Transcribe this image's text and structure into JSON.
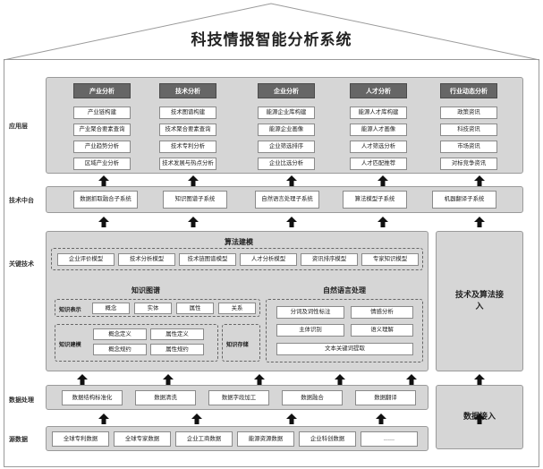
{
  "title": "科技情报智能分析系统",
  "layers": {
    "application": "应用层",
    "tech_center": "技术中台",
    "key_tech": "关键技术",
    "data_processing": "数据处理",
    "source_data": "源数据"
  },
  "application": {
    "columns": [
      {
        "header": "产业分析",
        "items": [
          "产业链构建",
          "产业聚合要素查询",
          "产业趋势分析",
          "区域产业分析"
        ]
      },
      {
        "header": "技术分析",
        "items": [
          "技术图谱构建",
          "技术聚合要素查询",
          "技术专利分析",
          "技术发展与热点分析"
        ]
      },
      {
        "header": "企业分析",
        "items": [
          "能源企业库构建",
          "能源企业画像",
          "企业筛选排序",
          "企业比选分析"
        ]
      },
      {
        "header": "人才分析",
        "items": [
          "能源人才库构建",
          "能源人才画像",
          "人才筛选分析",
          "人才匹配推荐"
        ]
      },
      {
        "header": "行业动态分析",
        "items": [
          "政策资讯",
          "科技资讯",
          "市场资讯",
          "对标竞争资讯"
        ]
      }
    ]
  },
  "tech_center": [
    "数据抓取融合子系统",
    "知识图谱子系统",
    "自然语言处理子系统",
    "算法模型子系统",
    "机器翻译子系统"
  ],
  "algorithm": {
    "title": "算法建模",
    "models": [
      "企业评价模型",
      "技术分析模型",
      "技术链图谱模型",
      "人才分析模型",
      "资讯排序模型",
      "专家知识模型"
    ]
  },
  "knowledge_graph": {
    "title": "知识图谱",
    "representation_label": "知识表示",
    "representation": [
      "概念",
      "实体",
      "属性",
      "关系"
    ],
    "construction_label": "知识建模",
    "construction": [
      "概念定义",
      "属性定义",
      "概念规约",
      "属性规约"
    ],
    "storage_label": "知识存储"
  },
  "nlp": {
    "title": "自然语言处理",
    "items": [
      "分词及词性标注",
      "情感分析",
      "主体识别",
      "语义理解",
      "文本关键词提取"
    ]
  },
  "right_panels": {
    "tech_access": "技术及算法接入",
    "data_access": "数据接入"
  },
  "data_processing": [
    "数据结构标准化",
    "数据清洗",
    "数据字段加工",
    "数据融合",
    "数据翻译"
  ],
  "source_data": [
    "全球专利数据",
    "全球专家数据",
    "企业工商数据",
    "能源资源数据",
    "企业科创数据",
    "......"
  ]
}
